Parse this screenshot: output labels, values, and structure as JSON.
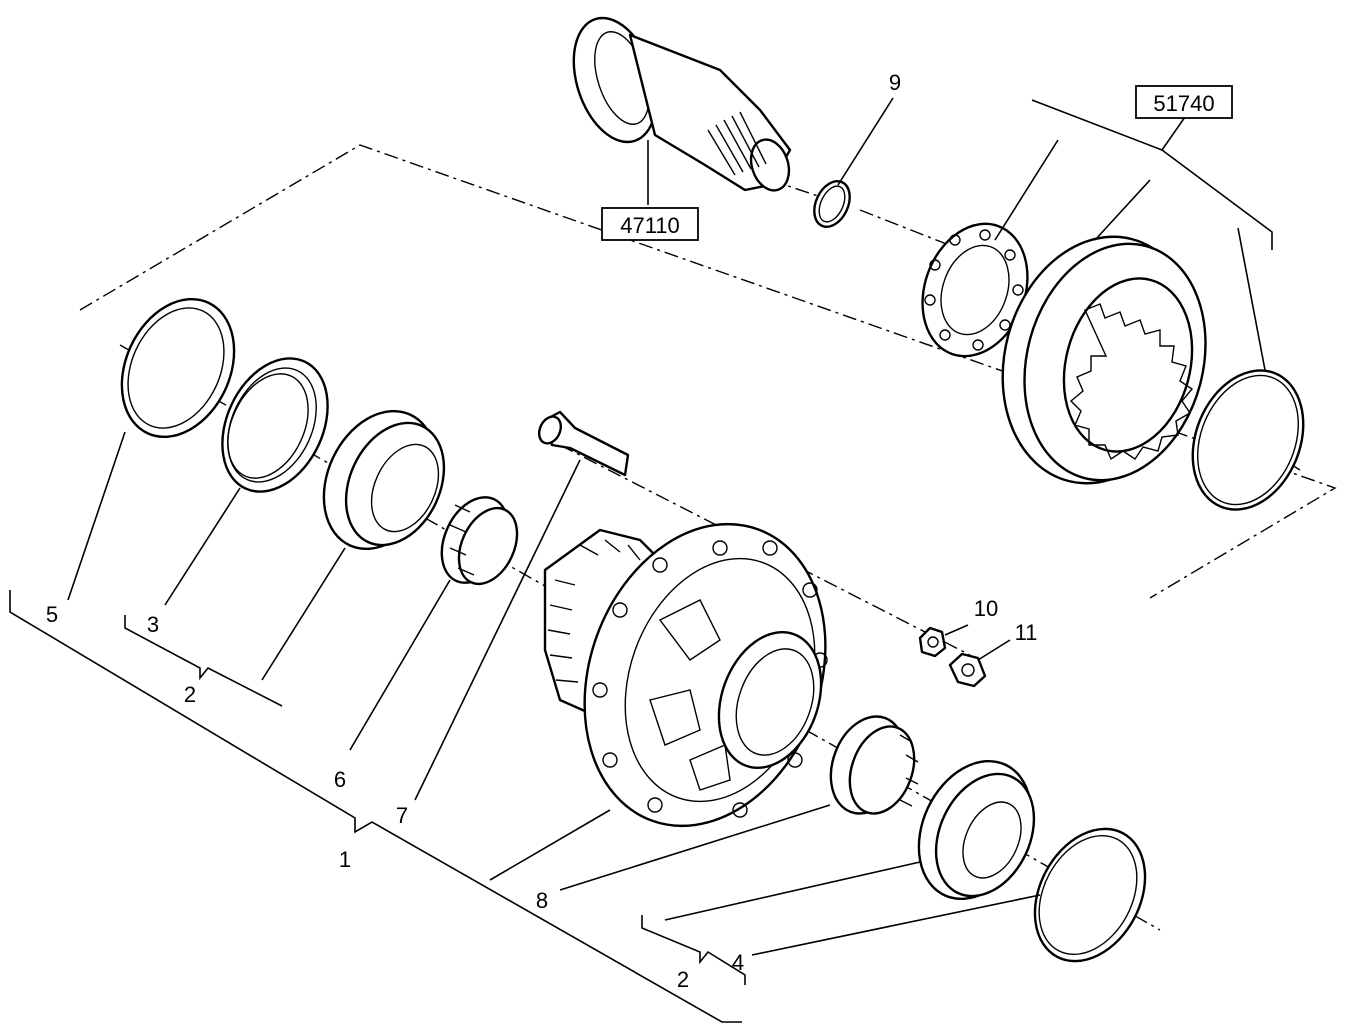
{
  "callouts": {
    "c1": "1",
    "c2a": "2",
    "c2b": "2",
    "c3": "3",
    "c4": "4",
    "c5": "5",
    "c6": "6",
    "c7": "7",
    "c8": "8",
    "c9": "9",
    "c10": "10",
    "c11": "11"
  },
  "references": {
    "shaft": "47110",
    "disc_assembly": "51740"
  }
}
